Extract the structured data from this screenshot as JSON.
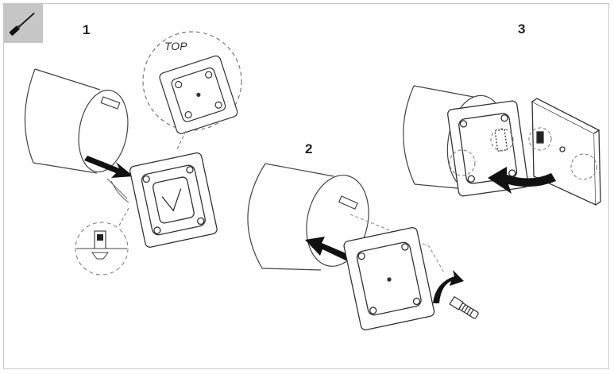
{
  "steps": [
    {
      "number": "1"
    },
    {
      "number": "2"
    },
    {
      "number": "3"
    }
  ],
  "callout_label": "TOP",
  "icons": {
    "tool": "screwdriver-icon"
  }
}
